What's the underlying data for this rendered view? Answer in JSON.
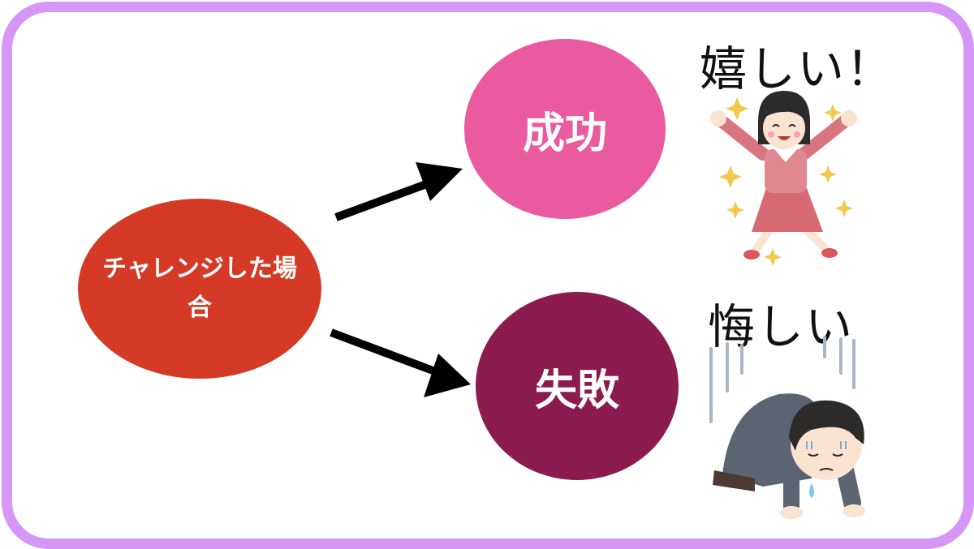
{
  "diagram": {
    "start_node": {
      "label": "チャレンジした場合",
      "color": "#d43a26"
    },
    "outcomes": [
      {
        "label": "成功",
        "color": "#ea5a9f",
        "feeling": "嬉しい！",
        "illustration": "jumping-happy-woman"
      },
      {
        "label": "失敗",
        "color": "#8c1c4f",
        "feeling": "悔しい",
        "illustration": "kneeling-disappointed-man"
      }
    ],
    "frame_color": "#d696f5"
  }
}
